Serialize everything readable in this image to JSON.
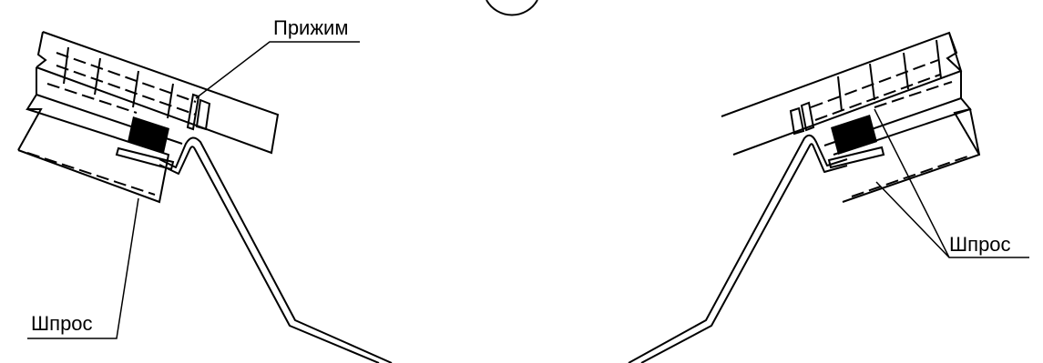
{
  "labels": {
    "clamp": "Прижим",
    "purlin_left": "Шпрос",
    "purlin_right": "Шпрос"
  },
  "colors": {
    "line": "#000000",
    "background": "#ffffff",
    "seal": "#000000"
  }
}
